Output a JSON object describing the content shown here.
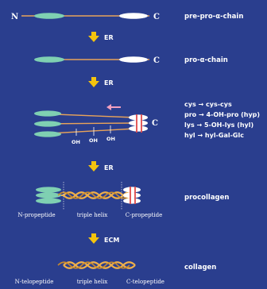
{
  "colors": {
    "background": "#2a3e8e",
    "chain": "#e8a35a",
    "helix": "#f0b04a",
    "n_propeptide": "#7fd0b2",
    "c_propeptide": "#ffffff",
    "crosslink": "#e04a4a",
    "arrow": "#f4c40e",
    "enzyme_arrow": "#f2a0c0",
    "text": "#ffffff"
  },
  "stages": [
    {
      "label": "pre-pro-α-chain",
      "n_terminus": "N",
      "c_terminus": "C"
    },
    {
      "label": "pro-α-chain",
      "c_terminus": "C"
    },
    {
      "c_terminus": "C",
      "modifications": [
        "cys → cys-cys",
        "pro → 4-OH-pro (hyp)",
        "lys → 5-OH-lys (hyl)",
        "hyl → hyl-Gal-Glc"
      ],
      "oh_labels": [
        "OH",
        "OH",
        "OH"
      ]
    },
    {
      "label": "procollagen",
      "captions": {
        "left": "N-propeptide",
        "middle": "triple helix",
        "right": "C-propeptide"
      }
    },
    {
      "label": "collagen",
      "captions": {
        "left": "N-telopeptide",
        "middle": "triple helix",
        "right": "C-telopeptide"
      }
    }
  ],
  "transitions": [
    {
      "label": "ER",
      "icon": "down-arrow-icon"
    },
    {
      "label": "ER",
      "icon": "down-arrow-icon"
    },
    {
      "label": "ER",
      "icon": "down-arrow-icon"
    },
    {
      "label": "ECM",
      "icon": "down-arrow-icon"
    }
  ]
}
